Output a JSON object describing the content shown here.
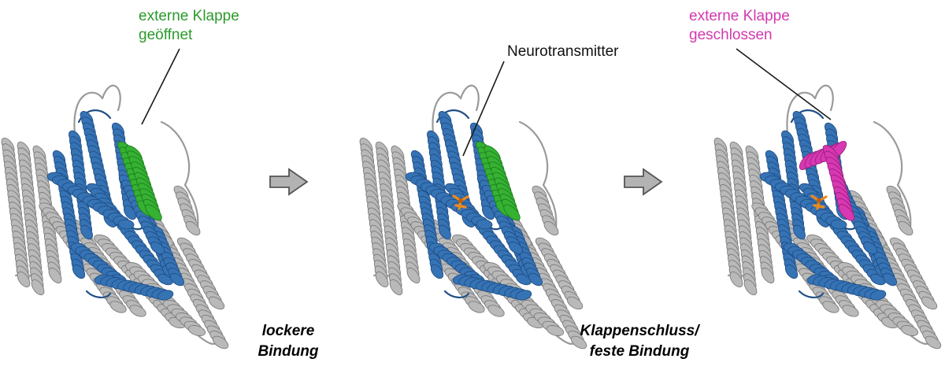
{
  "colors": {
    "background": "#ffffff",
    "gray_helix": "#b9b9b9",
    "gray_helix_dark": "#7c7c7c",
    "blue_helix": "#3673b5",
    "blue_helix_dark": "#1f4f86",
    "green_flap": "#36b233",
    "green_flap_dark": "#1e7f1f",
    "magenta_flap": "#d838b2",
    "magenta_flap_dark": "#9a1f80",
    "ligand": "#ef8a1b",
    "arrow_fill": "#b3b3b3",
    "arrow_stroke": "#555555",
    "label_green": "#2a9a2a",
    "label_magenta": "#d239b0",
    "label_black": "#111111"
  },
  "panels": [
    {
      "state": "open",
      "flap": "green",
      "ligand": false,
      "label": {
        "line1": "externe Klappe",
        "line2": "geöffnet",
        "color": "#2a9a2a"
      }
    },
    {
      "state": "bound",
      "flap": "green",
      "ligand": true,
      "label": {
        "line1": "Neurotransmitter",
        "color": "#111111"
      }
    },
    {
      "state": "closed",
      "flap": "magenta",
      "ligand": true,
      "label": {
        "line1": "externe Klappe",
        "line2": "geschlossen",
        "color": "#d239b0"
      }
    }
  ],
  "arrows": [
    {
      "icon": "right-arrow-icon"
    },
    {
      "icon": "right-arrow-icon"
    }
  ],
  "captions": [
    {
      "line1": "lockere",
      "line2": "Bindung"
    },
    {
      "line1": "Klappenschluss/",
      "line2": "feste Bindung"
    }
  ]
}
